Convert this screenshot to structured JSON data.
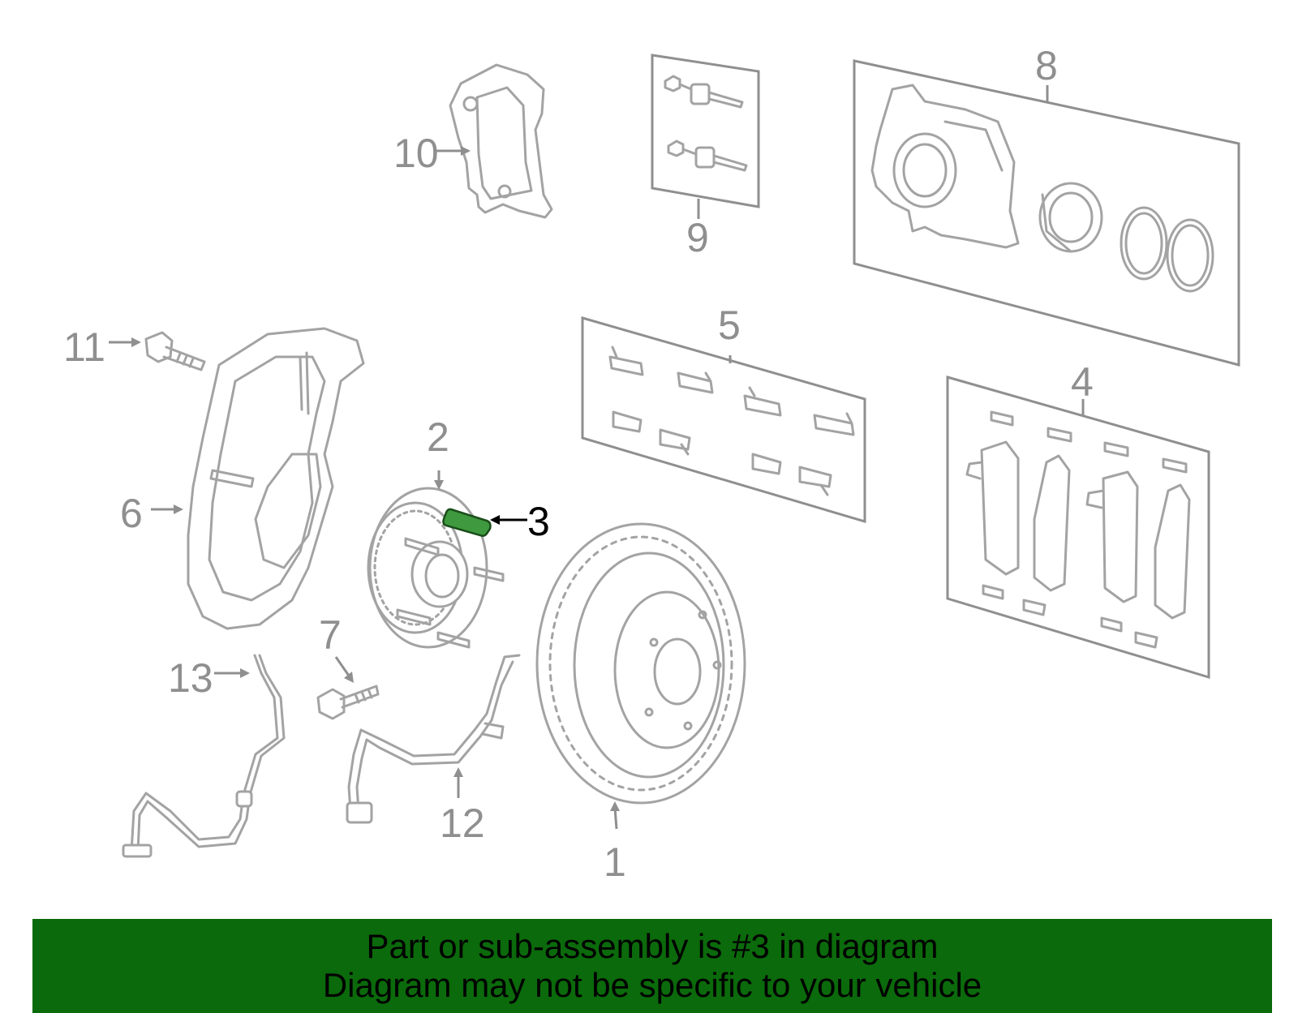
{
  "callouts": {
    "c1": "1",
    "c2": "2",
    "c3": "3",
    "c4": "4",
    "c5": "5",
    "c6": "6",
    "c7": "7",
    "c8": "8",
    "c9": "9",
    "c10": "10",
    "c11": "11",
    "c12": "12",
    "c13": "13"
  },
  "highlight_part": "3",
  "colors": {
    "highlight": "#3f9a3f",
    "banner": "#0b6a0b",
    "part_stroke": "#a3a3a3",
    "label": "#8f8f8f"
  },
  "banner": {
    "line1": "Part or sub-assembly is #3 in diagram",
    "line2": "Diagram may not be specific to your vehicle"
  }
}
